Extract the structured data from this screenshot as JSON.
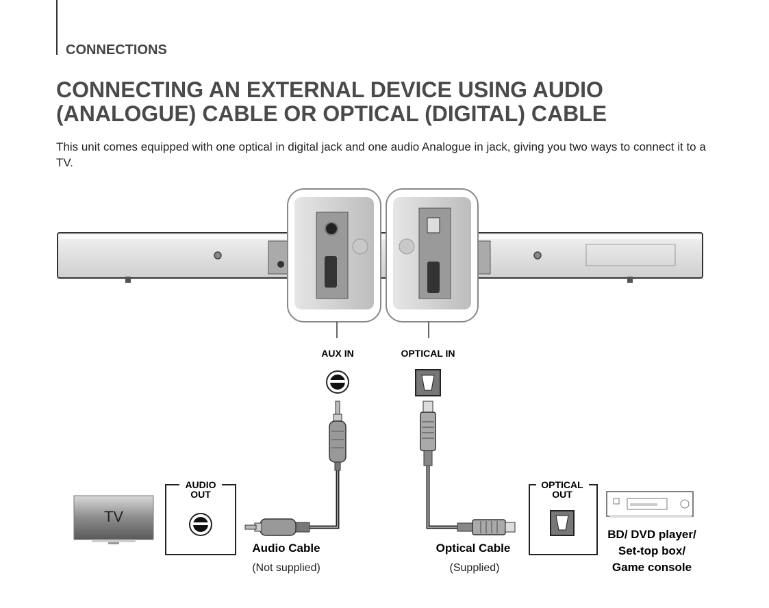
{
  "header": {
    "section": "CONNECTIONS",
    "title_line1": "CONNECTING AN EXTERNAL DEVICE USING AUDIO",
    "title_line2": "(ANALOGUE) CABLE OR OPTICAL (DIGITAL) CABLE"
  },
  "intro": "This unit comes equipped with one optical in digital jack and one audio Analogue in jack, giving you two ways to connect it to a TV.",
  "diagram": {
    "aux_in_label": "AUX IN",
    "optical_in_label": "OPTICAL IN",
    "audio_out_line1": "AUDIO",
    "audio_out_line2": "OUT",
    "optical_out_line1": "OPTICAL",
    "optical_out_line2": "OUT",
    "tv_label": "TV",
    "audio_cable_label": "Audio Cable",
    "audio_cable_note": "(Not supplied)",
    "optical_cable_label": "Optical Cable",
    "optical_cable_note": "(Supplied)",
    "device_line1": "BD/ DVD player/",
    "device_line2": "Set-top box/",
    "device_line3": "Game console"
  }
}
